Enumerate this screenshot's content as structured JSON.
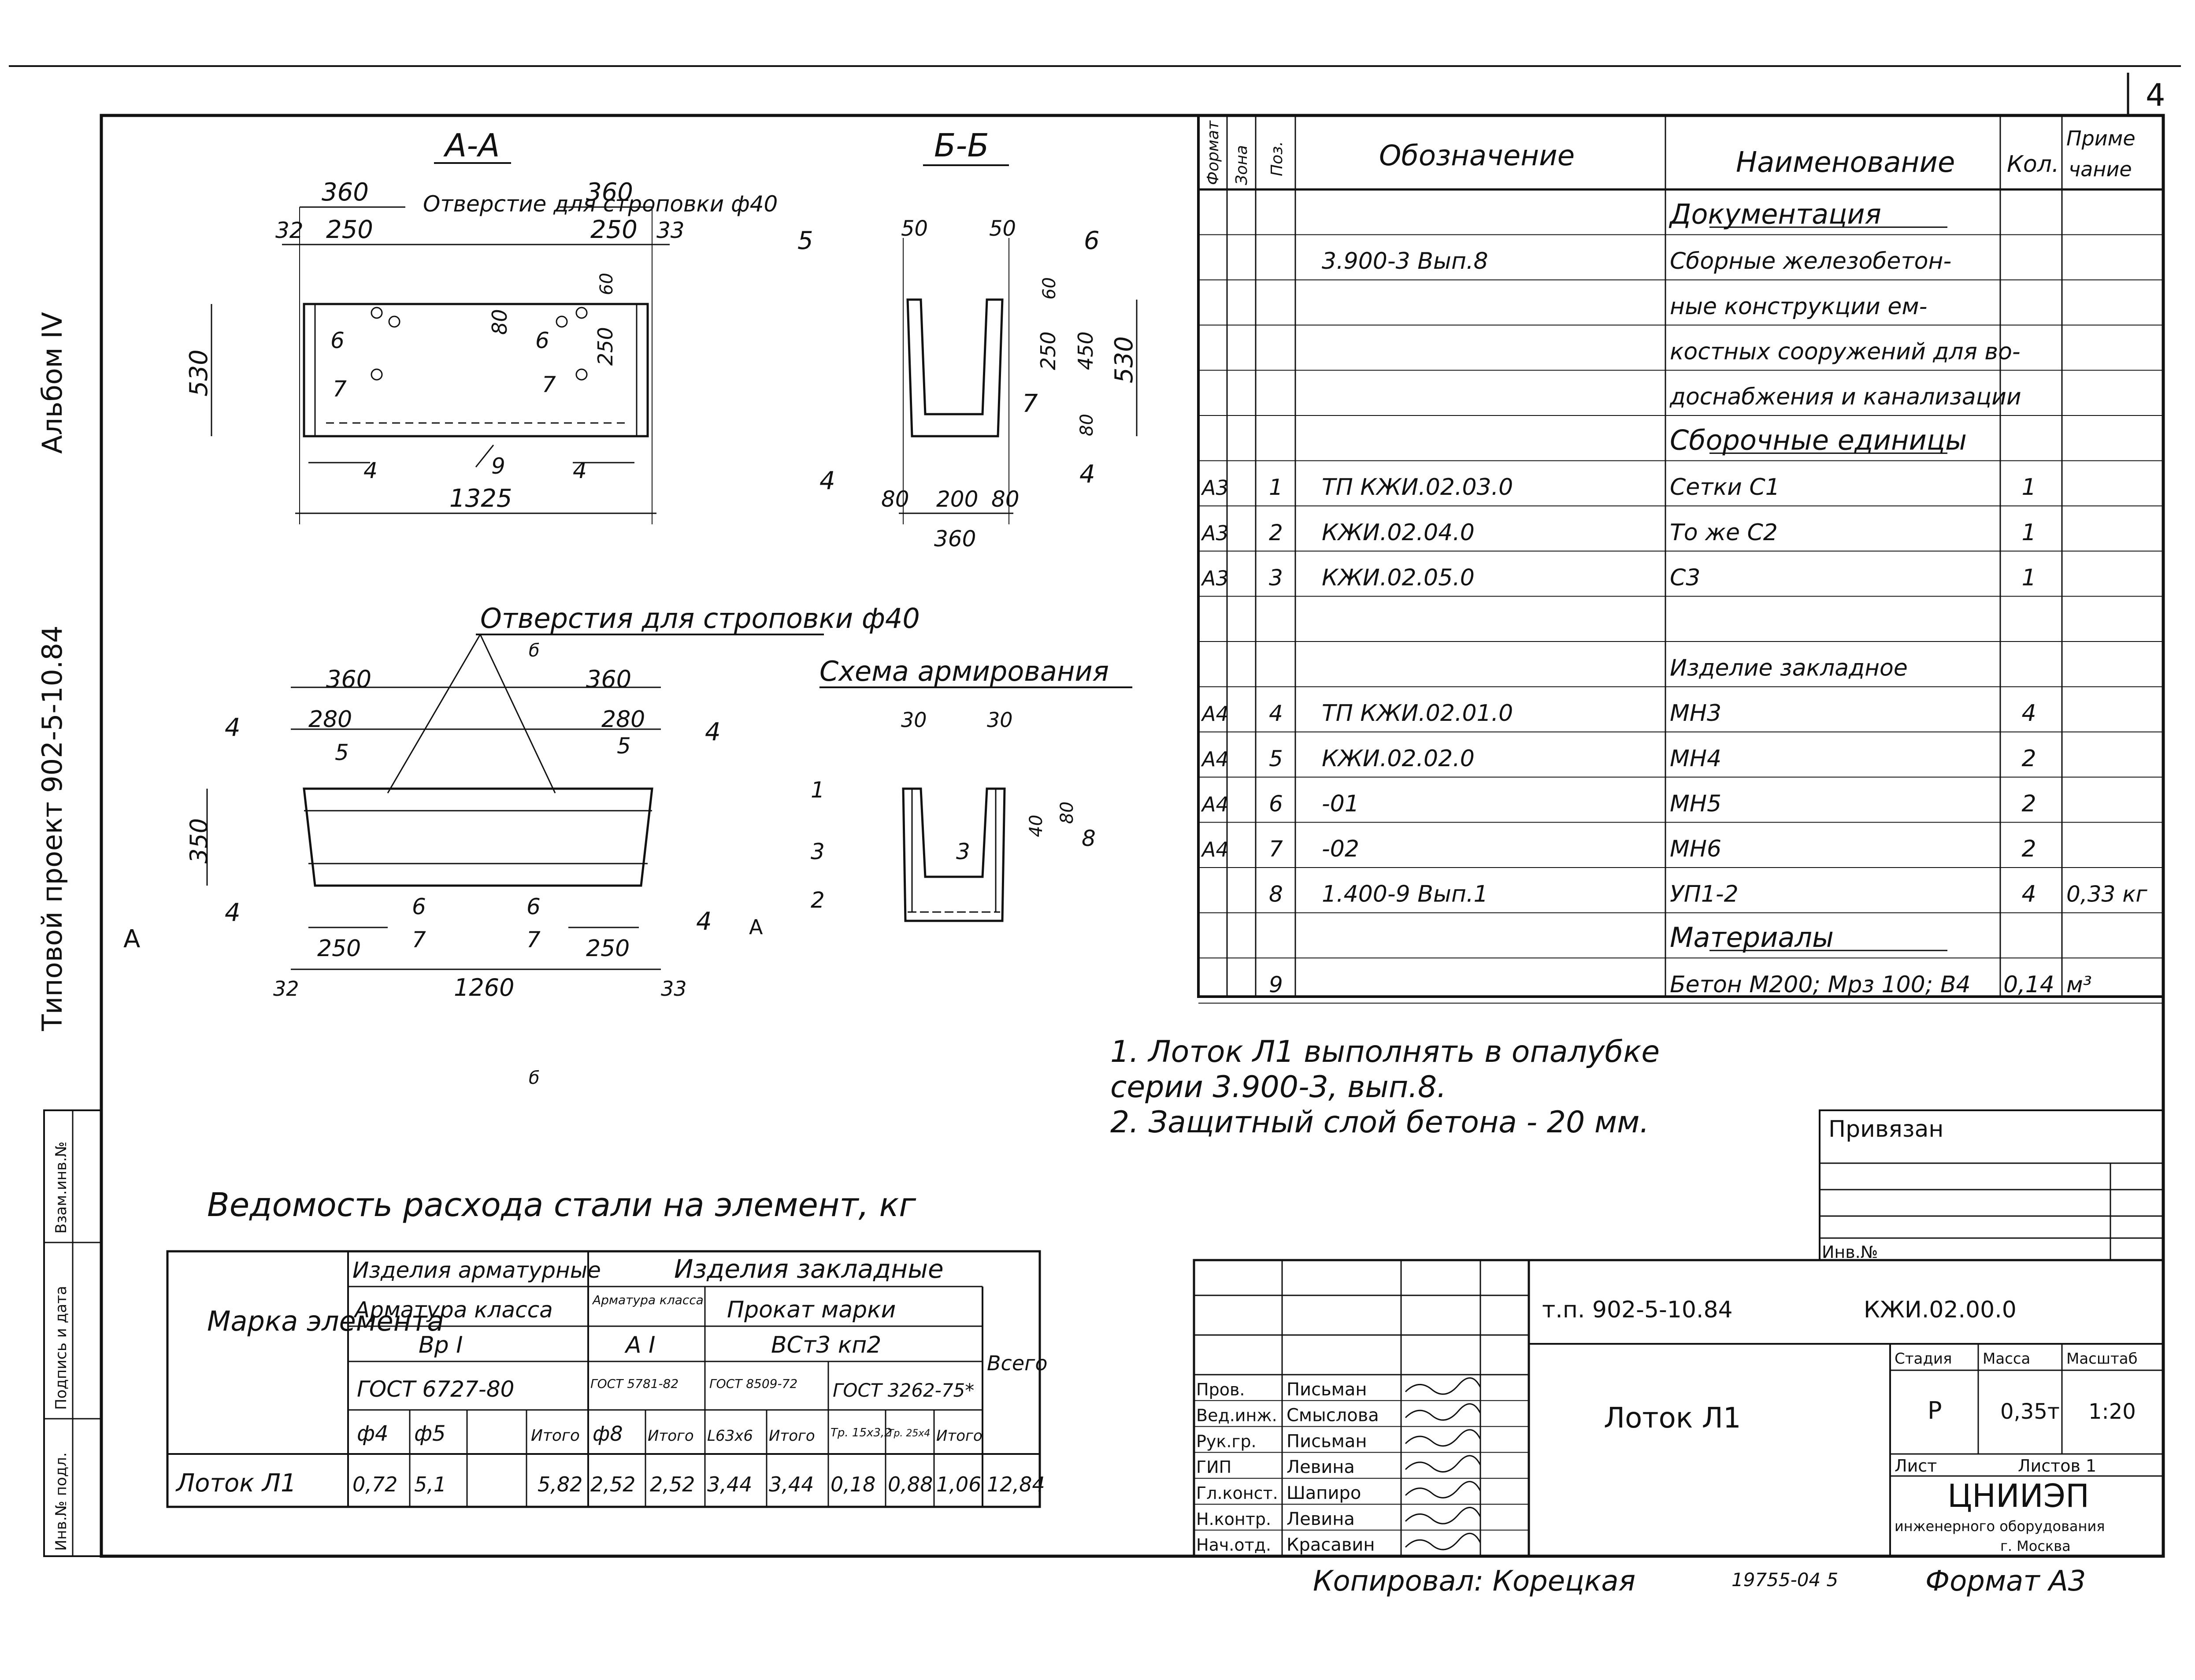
{
  "sheet": {
    "page_number": "4",
    "side_album": "Альбом IV",
    "side_project": "Типовой проект 902-5-10.84",
    "side_stamp": [
      "Инв.№ подл.",
      "Подпись и дата",
      "Взам.инв.№"
    ]
  },
  "section_aa": {
    "title": "А-А",
    "hole_label": "Отверстие для строповки ф40",
    "dims": [
      "360",
      "360",
      "32",
      "250",
      "250",
      "33",
      "530",
      "80",
      "60",
      "250",
      "1325"
    ],
    "pos": [
      "6",
      "6",
      "7",
      "7",
      "4",
      "9",
      "4"
    ]
  },
  "section_bb": {
    "title": "Б-Б",
    "dims": [
      "50",
      "50",
      "60",
      "250",
      "450",
      "530",
      "80",
      "80",
      "200",
      "80",
      "360"
    ],
    "pos": [
      "5",
      "6",
      "7",
      "4",
      "4"
    ]
  },
  "plan": {
    "hole_label": "Отверстия для строповки ф40",
    "cut_b_top": "б",
    "cut_b_bottom": "б",
    "cut_a_left": "А",
    "cut_a_right": "А",
    "dims": [
      "360",
      "360",
      "280",
      "280",
      "350",
      "250",
      "250",
      "32",
      "1260",
      "33"
    ],
    "pos": [
      "4",
      "5",
      "5",
      "4",
      "4",
      "6",
      "7",
      "6",
      "7",
      "4"
    ]
  },
  "scheme": {
    "title": "Схема армирования",
    "dims": [
      "30",
      "30",
      "80",
      "40"
    ],
    "pos": [
      "1",
      "3",
      "3",
      "2",
      "8"
    ]
  },
  "spec": {
    "headers": [
      "Формат",
      "Зона",
      "Поз.",
      "Обозначение",
      "Наименование",
      "Кол.",
      "Приме-чание"
    ],
    "rows": [
      {
        "fmt": "",
        "zone": "",
        "pos": "",
        "des": "",
        "name": "Документация",
        "qty": "",
        "note": "",
        "u": true
      },
      {
        "fmt": "",
        "zone": "",
        "pos": "",
        "des": "3.900-3 Вып.8",
        "name": "Сборные железобетон-",
        "qty": "",
        "note": ""
      },
      {
        "fmt": "",
        "zone": "",
        "pos": "",
        "des": "",
        "name": "ные конструкции ем-",
        "qty": "",
        "note": ""
      },
      {
        "fmt": "",
        "zone": "",
        "pos": "",
        "des": "",
        "name": "костных сооружений для во-",
        "qty": "",
        "note": ""
      },
      {
        "fmt": "",
        "zone": "",
        "pos": "",
        "des": "",
        "name": "доснабжения и канализации",
        "qty": "",
        "note": ""
      },
      {
        "fmt": "",
        "zone": "",
        "pos": "",
        "des": "",
        "name": "Сборочные единицы",
        "qty": "",
        "note": "",
        "u": true
      },
      {
        "fmt": "А3",
        "zone": "",
        "pos": "1",
        "des": "ТП   КЖИ.02.03.0",
        "name": "Сетки   С1",
        "qty": "1",
        "note": ""
      },
      {
        "fmt": "А3",
        "zone": "",
        "pos": "2",
        "des": "КЖИ.02.04.0",
        "name": "То же   С2",
        "qty": "1",
        "note": ""
      },
      {
        "fmt": "А3",
        "zone": "",
        "pos": "3",
        "des": "КЖИ.02.05.0",
        "name": "С3",
        "qty": "1",
        "note": ""
      },
      {
        "fmt": "",
        "zone": "",
        "pos": "",
        "des": "",
        "name": "",
        "qty": "",
        "note": ""
      },
      {
        "fmt": "",
        "zone": "",
        "pos": "",
        "des": "",
        "name": "Изделие закладное",
        "qty": "",
        "note": ""
      },
      {
        "fmt": "А4",
        "zone": "",
        "pos": "4",
        "des": "ТП   КЖИ.02.01.0",
        "name": "МН3",
        "qty": "4",
        "note": ""
      },
      {
        "fmt": "А4",
        "zone": "",
        "pos": "5",
        "des": "КЖИ.02.02.0",
        "name": "МН4",
        "qty": "2",
        "note": ""
      },
      {
        "fmt": "А4",
        "zone": "",
        "pos": "6",
        "des": "-01",
        "name": "МН5",
        "qty": "2",
        "note": ""
      },
      {
        "fmt": "А4",
        "zone": "",
        "pos": "7",
        "des": "-02",
        "name": "МН6",
        "qty": "2",
        "note": ""
      },
      {
        "fmt": "",
        "zone": "",
        "pos": "8",
        "des": "1.400-9  Вып.1",
        "name": "УП1-2",
        "qty": "4",
        "note": "0,33 кг"
      },
      {
        "fmt": "",
        "zone": "",
        "pos": "",
        "des": "",
        "name": "Материалы",
        "qty": "",
        "note": "",
        "u": true
      },
      {
        "fmt": "",
        "zone": "",
        "pos": "9",
        "des": "",
        "name": "Бетон М200; Мрз 100; В4",
        "qty": "0,14",
        "note": "м³"
      }
    ]
  },
  "notes": [
    "1. Лоток Л1 выполнять в опалубке",
    "   серии 3.900-3, вып.8.",
    "2. Защитный слой бетона - 20 мм."
  ],
  "steel": {
    "title": "Ведомость расхода стали на элемент, кг",
    "h_mark": "Марка элемента",
    "h_arm": "Изделия арматурные",
    "h_emb": "Изделия закладные",
    "h_class": "Арматура класса",
    "h_class2": "Арматура класса",
    "h_prokat": "Прокат марки",
    "h_total": "Всего",
    "h_bp": "Вр I",
    "h_ai": "А I",
    "h_vst": "ВСт3 кп2",
    "h_gost1": "ГОСТ 6727-80",
    "h_gost2": "ГОСТ 5781-82",
    "h_gost3": "ГОСТ 8509-72",
    "h_gost4": "ГОСТ 3262-75*",
    "cols": [
      "ф4",
      "ф5",
      "",
      "Итого",
      "ф8",
      "Итого",
      "L63x6",
      "Итого",
      "Тр. 15x3,2",
      "Тр. 25x4",
      "Итого"
    ],
    "row": [
      "Лоток Л1",
      "0,72",
      "5,1",
      "",
      "5,82",
      "2,52",
      "2,52",
      "3,44",
      "3,44",
      "0,18",
      "0,88",
      "1,06",
      "12,84"
    ]
  },
  "title_block": {
    "privyazan": "Привязан",
    "inv": "Инв.№",
    "doc_no": "т.п. 902-5-10.84",
    "code": "КЖИ.02.00.0",
    "name": "Лоток Л1",
    "stage_h": "Стадия",
    "mass_h": "Масса",
    "scale_h": "Масштаб",
    "stage": "Р",
    "mass": "0,35т",
    "scale": "1:20",
    "sheet": "Лист",
    "sheets": "Листов 1",
    "org": "ЦНИИЭП",
    "org2": "инженерного оборудования",
    "org3": "г. Москва",
    "roles": [
      {
        "role": "Пров.",
        "name": "Письман"
      },
      {
        "role": "Вед.инж.",
        "name": "Смыслова"
      },
      {
        "role": "Рук.гр.",
        "name": "Письман"
      },
      {
        "role": "ГИП",
        "name": "Левина"
      },
      {
        "role": "Гл.конст.",
        "name": "Шапиро"
      },
      {
        "role": "Н.контр.",
        "name": "Левина"
      },
      {
        "role": "Нач.отд.",
        "name": "Красавин"
      }
    ]
  },
  "footer": {
    "copied": "Копировал: Корецкая",
    "code": "19755-04  5",
    "format": "Формат А3"
  }
}
